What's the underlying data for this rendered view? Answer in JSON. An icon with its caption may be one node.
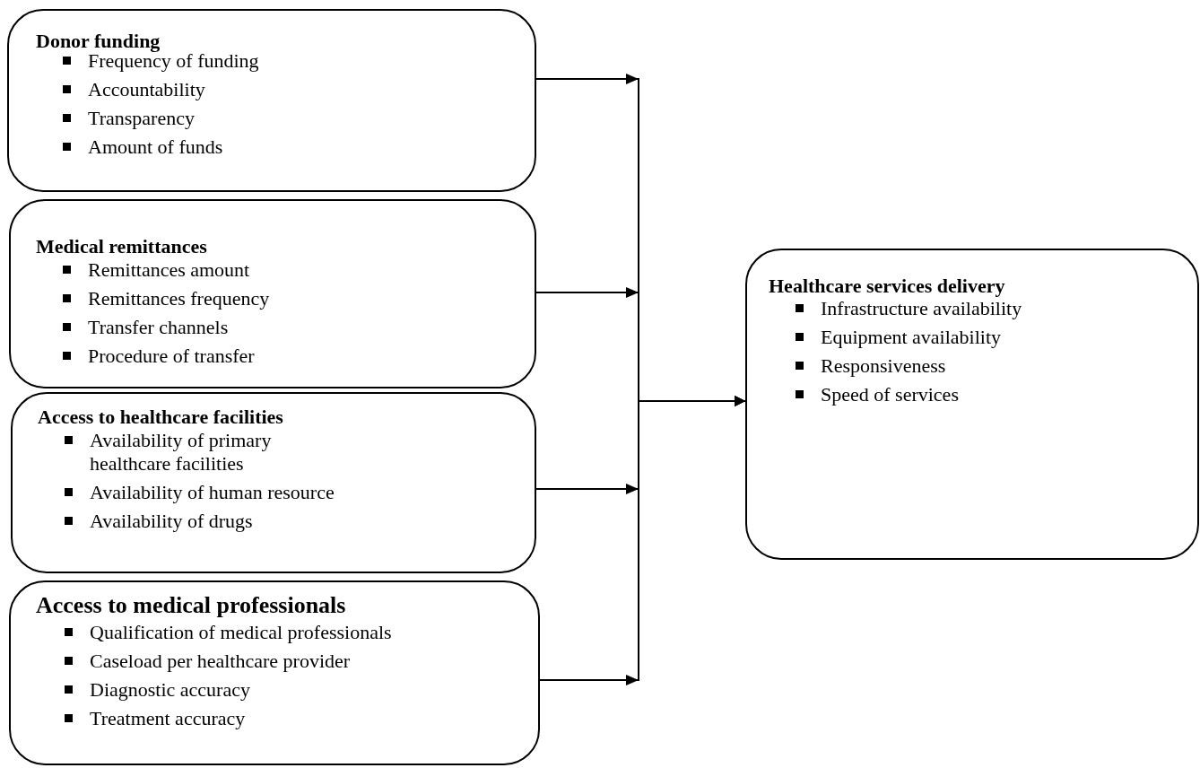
{
  "diagram": {
    "nodes": [
      {
        "text": [
          "Donor funding",
          "Frequency of funding",
          "Accountability",
          "Transparency",
          "Amount of funds"
        ]
      },
      {
        "text": [
          "Medical remittances",
          "Remittances amount",
          "Remittances frequency",
          "Transfer channels",
          "Procedure of transfer"
        ]
      },
      {
        "text": [
          "Access to healthcare facilities",
          "Availability of primary healthcare facilities",
          "Availability of human resource",
          "Availability of drugs"
        ]
      },
      {
        "text": [
          "Access to medical professionals",
          "Qualification of medical professionals",
          "Caseload per healthcare provider",
          "Diagnostic accuracy",
          "Treatment accuracy"
        ]
      },
      {
        "text": [
          "Healthcare services delivery",
          "Infrastructure availability",
          "Equipment availability",
          "Responsiveness",
          "Speed of services"
        ]
      }
    ],
    "edges": [
      {
        "from": 0,
        "to": 4,
        "arrow": "to"
      },
      {
        "from": 1,
        "to": 4,
        "arrow": "to"
      },
      {
        "from": 2,
        "to": 4,
        "arrow": "to"
      },
      {
        "from": 3,
        "to": 4,
        "arrow": "to"
      }
    ]
  }
}
